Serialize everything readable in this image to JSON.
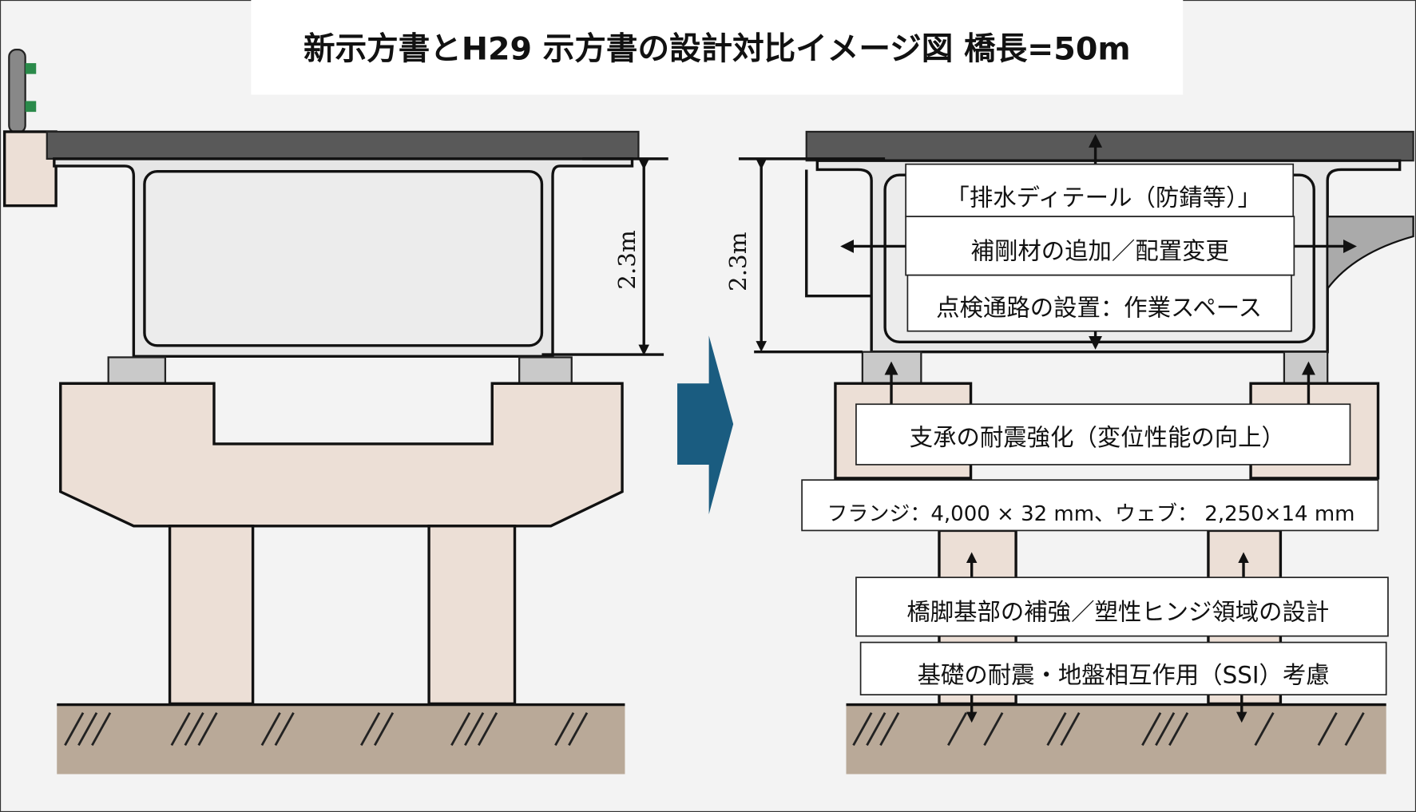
{
  "title": "新示方書とH29 示方書の設計対比イメージ図  橋長=50m",
  "left_panel": {
    "dimension_label": "2.3m"
  },
  "right_panel": {
    "dimension_label": "2.3m",
    "callouts": [
      "「排水ディテール（防錆等）」",
      "補剛材の追加／配置変更",
      "点検通路の設置：作業スペース",
      "支承の耐震強化（変位性能の向上）",
      "フランジ：4,000 × 32 mm、ウェブ： 2,250×14 mm",
      "橋脚基部の補強／塑性ヒンジ領域の設計",
      "基礎の耐震・地盤相互作用（SSI）考慮"
    ]
  },
  "colors": {
    "arrow": "#1a5c80",
    "concrete": "#ecdfd6",
    "deck": "#595959",
    "ground": "#b9a998"
  }
}
